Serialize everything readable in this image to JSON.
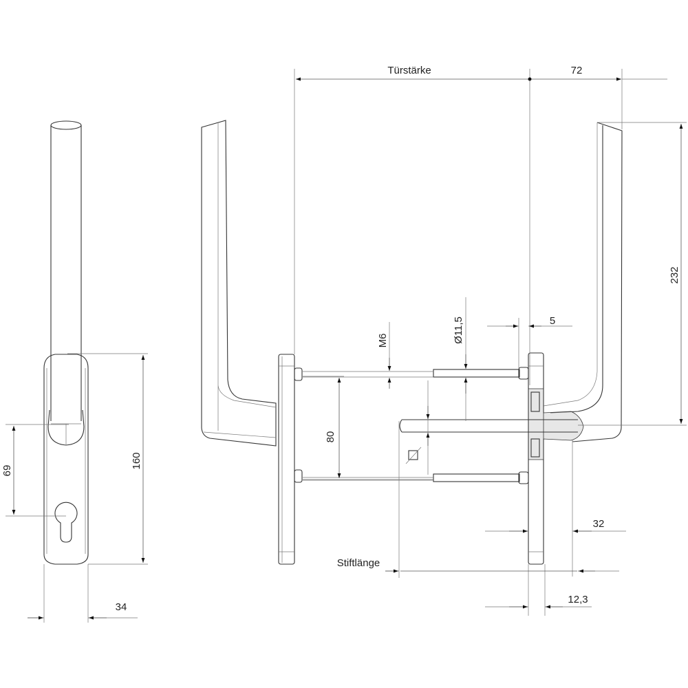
{
  "title": "Window handle technical drawing",
  "dimensions": {
    "door_thickness": "Türstärke",
    "offset_72": "72",
    "height_232": "232",
    "gap_5": "5",
    "diameter": "Ø11,5",
    "thread": "M6",
    "spacing_80": "80",
    "depth_32": "32",
    "pin_length": "Stiftlänge",
    "rose_12_3": "12,3",
    "keyhole_69": "69",
    "rose_height_160": "160",
    "rose_width_34": "34"
  },
  "colors": {
    "line": "#333333",
    "background": "#ffffff"
  }
}
